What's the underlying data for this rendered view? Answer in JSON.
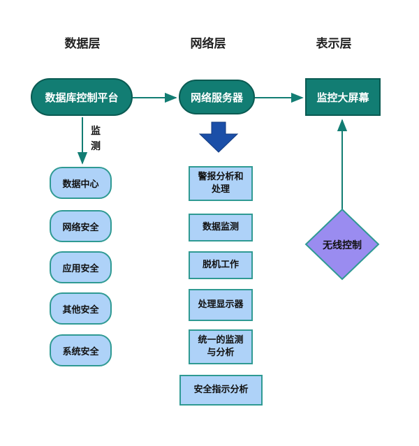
{
  "layers": {
    "data_layer": "数据层",
    "network_layer": "网络层",
    "display_layer": "表示层"
  },
  "nodes": {
    "db_platform": "数据库控制平台",
    "network_server": "网络服务器",
    "monitor_screen": "监控大屏幕",
    "wireless_control": "无线控制"
  },
  "edge_labels": {
    "monitor": "监测"
  },
  "data_items": [
    "数据中心",
    "网络安全",
    "应用安全",
    "其他安全",
    "系统安全"
  ],
  "network_items": [
    "警报分析和处理",
    "数据监测",
    "脱机工作",
    "处理显示器",
    "统一的监测与分析",
    "安全指示分析"
  ],
  "colors": {
    "teal": "#127d73",
    "light_blue": "#aed2f8",
    "diamond": "#9a8cf0",
    "arrow_blue": "#1b4fa8"
  }
}
